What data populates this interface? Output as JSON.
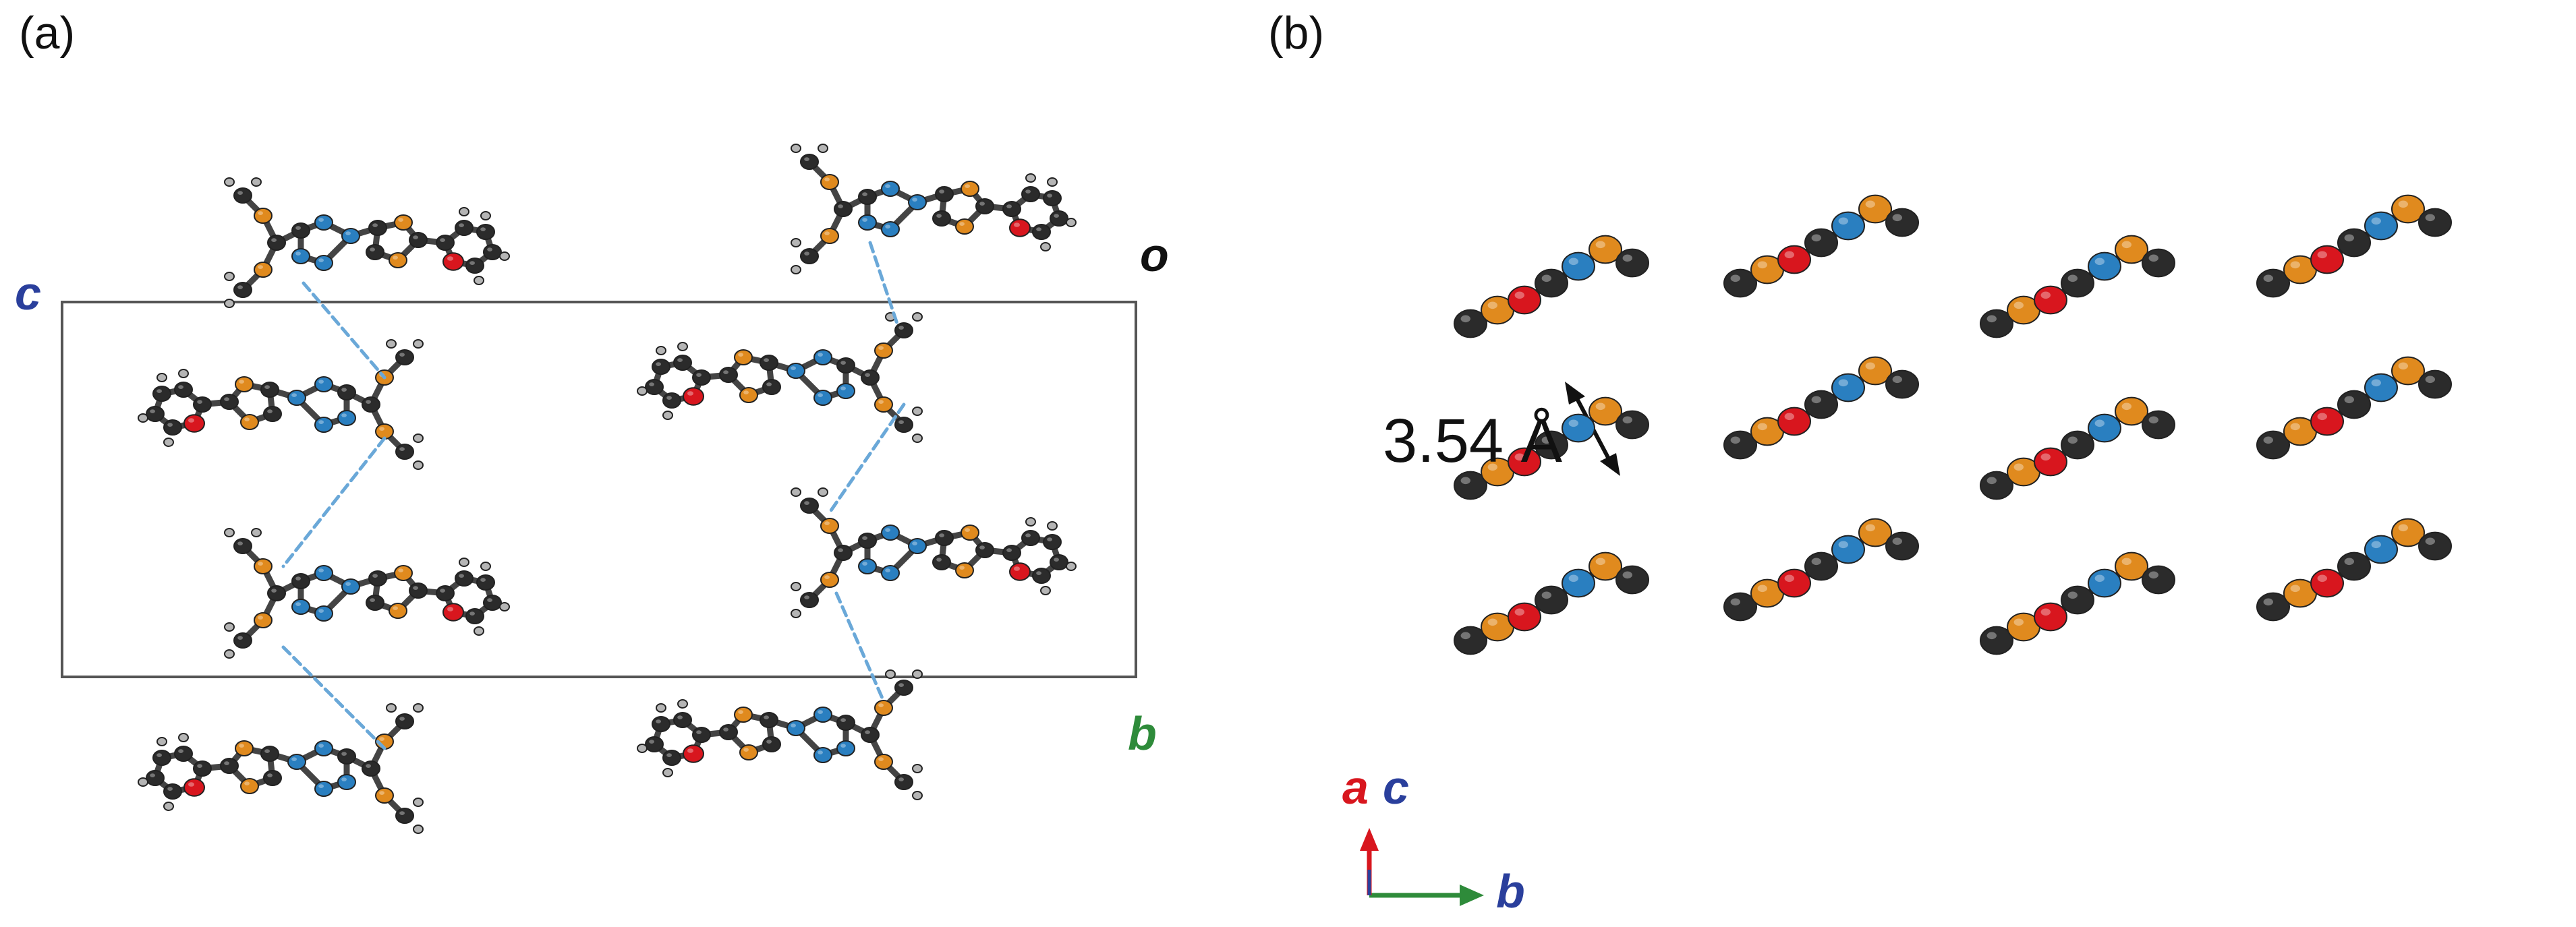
{
  "figure": {
    "panel_a": {
      "label": "(a)",
      "axis_c": "c",
      "axis_b": "b",
      "origin": "o"
    },
    "panel_b": {
      "label": "(b)",
      "distance": "3.54 Å",
      "axis_a": "a",
      "axis_c": "c",
      "axis_b": "b"
    }
  },
  "colors": {
    "carbon": "#2b2b2b",
    "sulfur": "#e08a1e",
    "nitrogen": "#2a7fc0",
    "oxygen": "#d8161e",
    "hydrogen": "#b5b5b5",
    "axis_a": "#d8161e",
    "axis_b": "#2e8b3a",
    "axis_c": "#2a3f9c",
    "cell": "#555555"
  }
}
